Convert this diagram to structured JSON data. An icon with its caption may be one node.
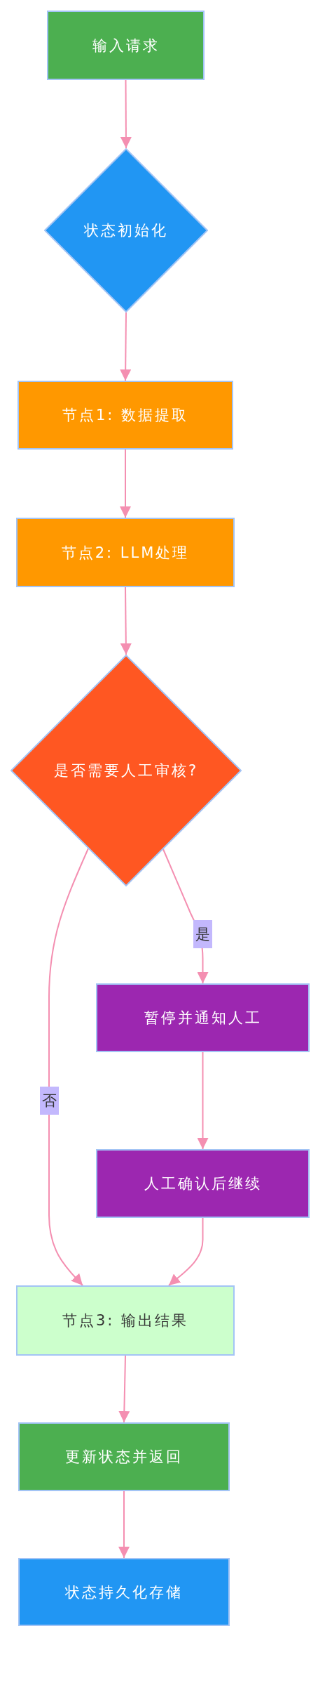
{
  "diagram": {
    "nodes": [
      {
        "text": [
          "输入请求"
        ]
      },
      {
        "text": [
          "状态初始化"
        ]
      },
      {
        "text": [
          "节点1: 数据提取"
        ]
      },
      {
        "text": [
          "节点2: LLM处理"
        ]
      },
      {
        "text": [
          "是否需要人工审核?"
        ]
      },
      {
        "text": [
          "暂停并通知人工"
        ]
      },
      {
        "text": [
          "人工确认后继续"
        ]
      },
      {
        "text": [
          "节点3: 输出结果"
        ]
      },
      {
        "text": [
          "更新状态并返回"
        ]
      },
      {
        "text": [
          "状态持久化存储"
        ]
      }
    ],
    "edges": [
      {
        "from": 0,
        "to": 1,
        "arrow": "to"
      },
      {
        "from": 1,
        "to": 2,
        "arrow": "to"
      },
      {
        "from": 2,
        "to": 3,
        "arrow": "to"
      },
      {
        "from": 3,
        "to": 4,
        "arrow": "to"
      },
      {
        "from": 4,
        "to": 5,
        "arrow": "to",
        "label": "是"
      },
      {
        "from": 4,
        "to": 7,
        "arrow": "to",
        "label": "否"
      },
      {
        "from": 5,
        "to": 6,
        "arrow": "to"
      },
      {
        "from": 6,
        "to": 7,
        "arrow": "to"
      },
      {
        "from": 7,
        "to": 8,
        "arrow": "to"
      },
      {
        "from": 8,
        "to": 9,
        "arrow": "to"
      }
    ]
  }
}
